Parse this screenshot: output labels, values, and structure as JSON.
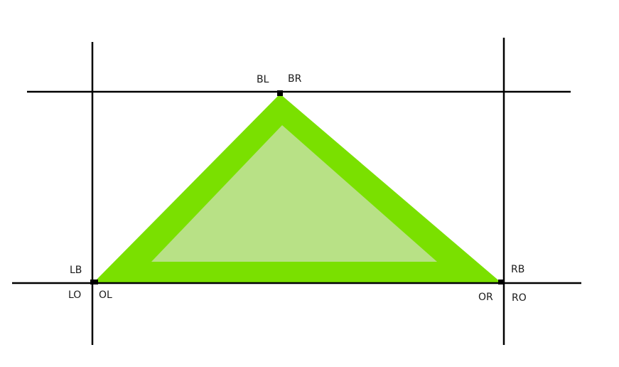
{
  "colors": {
    "background": "#ffffff",
    "line": "#000000",
    "triangle_border": "#7ae000",
    "triangle_fill": "#b8e186",
    "corner_marker": "#000000"
  },
  "labels": {
    "top_left": "BL",
    "top_right": "BR",
    "left_top": "LB",
    "left_bottom_outer": "LO",
    "left_bottom_inner": "OL",
    "right_top": "RB",
    "right_bottom_inner": "OR",
    "right_bottom_outer": "RO"
  }
}
